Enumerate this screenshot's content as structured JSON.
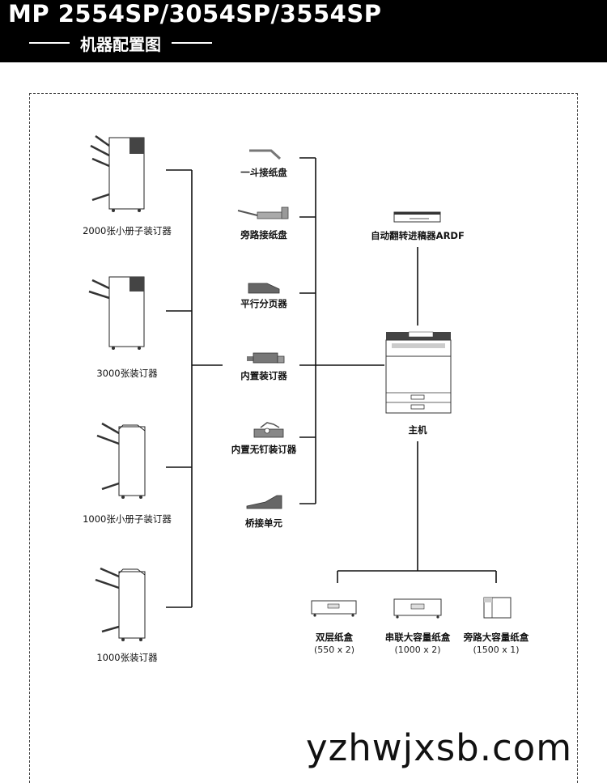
{
  "header": {
    "model": "MP 2554SP/3054SP/3554SP",
    "subtitle": "机器配置图"
  },
  "finishers": [
    {
      "label": "2000张小册子装订器",
      "icon": "booklet-finisher-icon"
    },
    {
      "label": "3000张装订器",
      "icon": "finisher-icon"
    },
    {
      "label": "1000张小册子装订器",
      "icon": "booklet-finisher-icon"
    },
    {
      "label": "1000张装订器",
      "icon": "finisher-icon"
    }
  ],
  "options": [
    {
      "label": "一斗接纸盘",
      "icon": "tray-icon"
    },
    {
      "label": "旁路接纸盘",
      "icon": "side-tray-icon"
    },
    {
      "label": "平行分页器",
      "icon": "shift-tray-icon"
    },
    {
      "label": "内置装订器",
      "icon": "internal-finisher-icon"
    },
    {
      "label": "内置无钉装订器",
      "icon": "staple-free-finisher-icon"
    },
    {
      "label": "桥接单元",
      "icon": "bridge-unit-icon"
    }
  ],
  "adf": {
    "label": "自动翻转进稿器ARDF",
    "icon": "adf-icon"
  },
  "main_unit": {
    "label": "主机",
    "icon": "copier-icon"
  },
  "paper_units": [
    {
      "label": "双层纸盒",
      "spec": "(550 x 2)",
      "icon": "paper-tray-icon"
    },
    {
      "label": "串联大容量纸盒",
      "spec": "(1000 x 2)",
      "icon": "tandem-lct-icon"
    },
    {
      "label": "旁路大容量纸盒",
      "spec": "(1500 x 1)",
      "icon": "side-lct-icon"
    }
  ],
  "watermark": "yzhwjxsb.com"
}
